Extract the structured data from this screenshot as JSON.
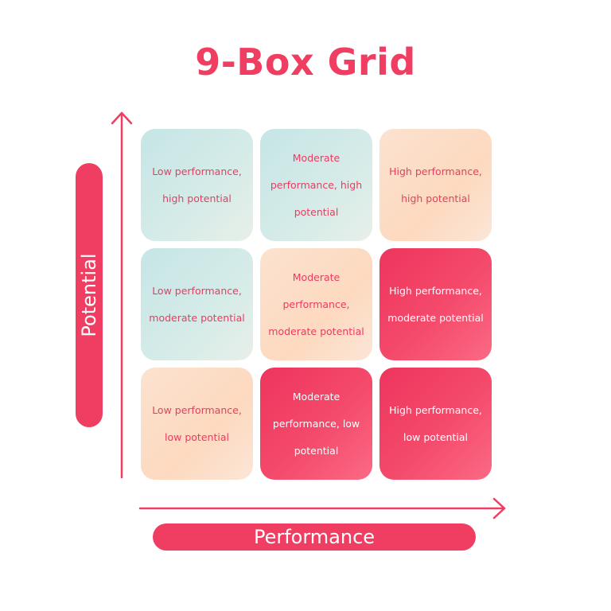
{
  "title": "9-Box Grid",
  "axes": {
    "y_label": "Potential",
    "x_label": "Performance"
  },
  "colors": {
    "accent": "#f03e63",
    "tint_blue": "#c6e5e6",
    "tint_peach": "#fdd9bf",
    "tint_red": "#ee355d"
  },
  "grid": {
    "rows": [
      [
        {
          "text": "Low performance, high potential",
          "tint": "blue"
        },
        {
          "text": "Moderate performance, high potential",
          "tint": "blue"
        },
        {
          "text": "High performance, high potential",
          "tint": "peach"
        }
      ],
      [
        {
          "text": "Low performance, moderate potential",
          "tint": "blue"
        },
        {
          "text": "Moderate performance, moderate potential",
          "tint": "peach"
        },
        {
          "text": "High performance, moderate potential",
          "tint": "red"
        }
      ],
      [
        {
          "text": "Low performance, low potential",
          "tint": "peach"
        },
        {
          "text": "Moderate performance, low potential",
          "tint": "red"
        },
        {
          "text": "High performance, low potential",
          "tint": "red"
        }
      ]
    ]
  }
}
